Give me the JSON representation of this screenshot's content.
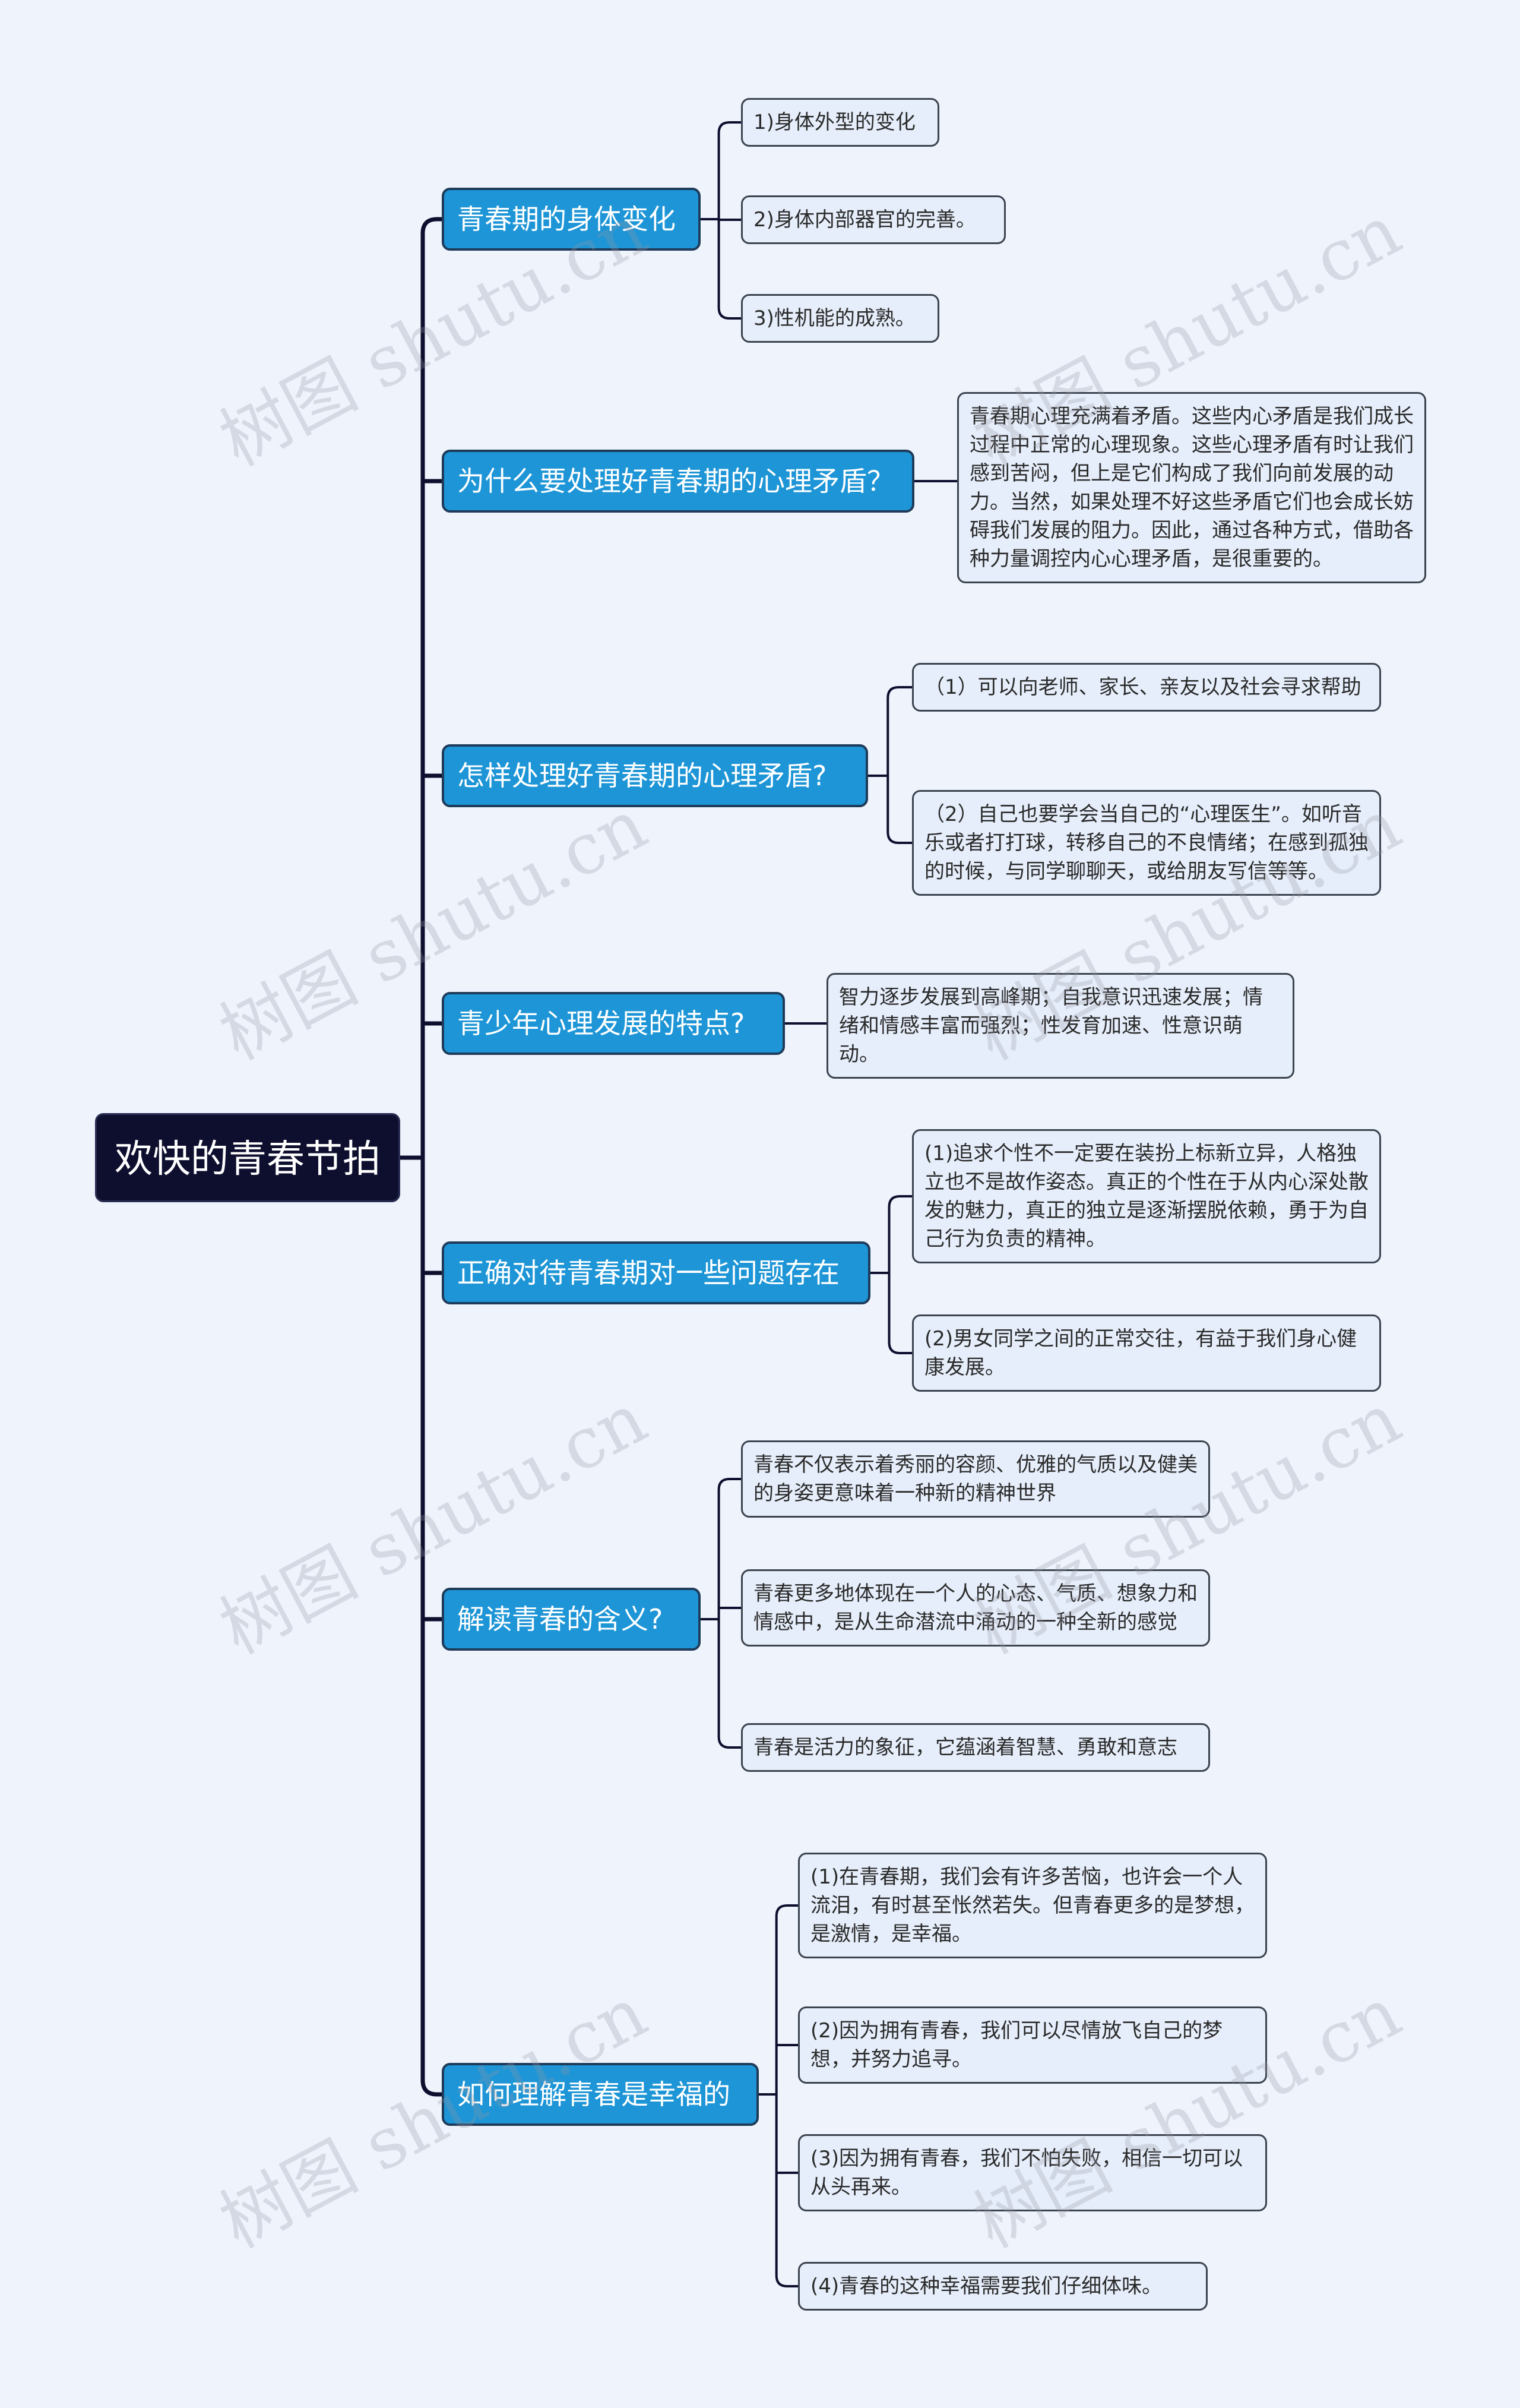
{
  "root": "欢快的青春节拍",
  "branches": [
    {
      "label": "青春期的身体变化",
      "children": [
        "1)身体外型的变化",
        "2)身体内部器官的完善。",
        "3)性机能的成熟。"
      ]
    },
    {
      "label": "为什么要处理好青春期的心理矛盾？",
      "children": [
        "青春期心理充满着矛盾。这些内心矛盾是我们成长过程中正常的心理现象。这些心理矛盾有时让我们感到苦闷，但上是它们构成了我们向前发展的动力。当然，如果处理不好这些矛盾它们也会成长妨碍我们发展的阻力。因此，通过各种方式，借助各种力量调控内心心理矛盾，是很重要的。"
      ]
    },
    {
      "label": "怎样处理好青春期的心理矛盾?",
      "children": [
        "（1）可以向老师、家长、亲友以及社会寻求帮助",
        "（2）自己也要学会当自己的“心理医生”。如听音乐或者打打球，转移自己的不良情绪；在感到孤独的时候，与同学聊聊天，或给朋友写信等等。"
      ]
    },
    {
      "label": "青少年心理发展的特点?",
      "children": [
        "智力逐步发展到高峰期；自我意识迅速发展；情绪和情感丰富而强烈；性发育加速、性意识萌动。"
      ]
    },
    {
      "label": "正确对待青春期对一些问题存在",
      "children": [
        "(1)追求个性不一定要在装扮上标新立异，人格独立也不是故作姿态。真正的个性在于从内心深处散发的魅力，真正的独立是逐渐摆脱依赖，勇于为自己行为负责的精神。",
        "(2)男女同学之间的正常交往，有益于我们身心健康发展。"
      ]
    },
    {
      "label": "解读青春的含义?",
      "children": [
        "青春不仅表示着秀丽的容颜、优雅的气质以及健美的身姿更意味着一种新的精神世界",
        "青春更多地体现在一个人的心态、气质、想象力和情感中，是从生命潜流中涌动的一种全新的感觉",
        "青春是活力的象征，它蕴涵着智慧、勇敢和意志"
      ]
    },
    {
      "label": "如何理解青春是幸福的",
      "children": [
        "(1)在青春期，我们会有许多苦恼，也许会一个人流泪，有时甚至怅然若失。但青春更多的是梦想，是激情，是幸福。",
        "(2)因为拥有青春，我们可以尽情放飞自己的梦想，并努力追寻。",
        "(3)因为拥有青春，我们不怕失败，相信一切可以从头再来。",
        "(4)青春的这种幸福需要我们仔细体味。"
      ]
    }
  ],
  "watermark": "树图 shutu.cn",
  "colors": {
    "root_bg": "#0e0f2e",
    "branch_bg": "#1d95d6",
    "leaf_bg": "#e6eefb",
    "line": "#0e0f2e",
    "background": "#eef3fc"
  }
}
